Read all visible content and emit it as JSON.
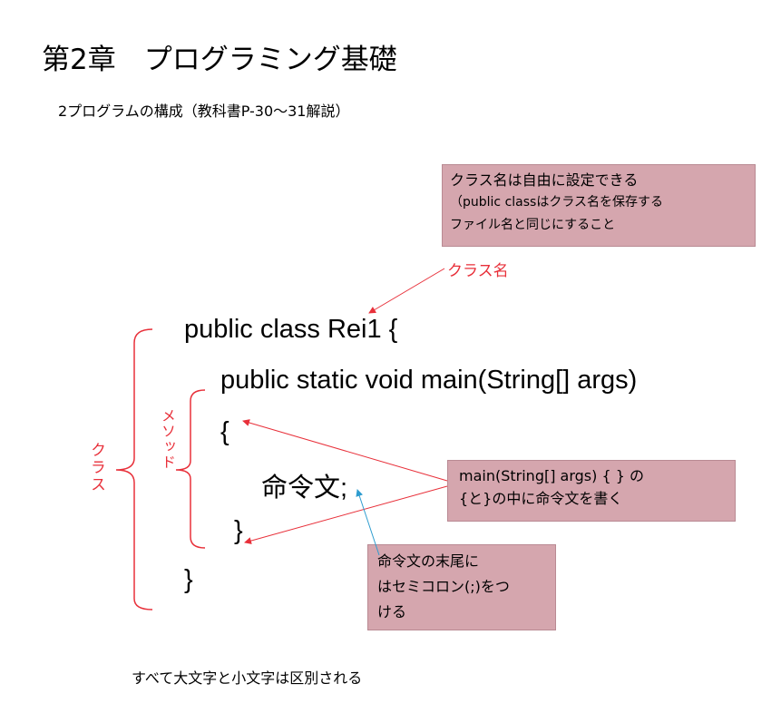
{
  "title": "第2章　プログラミング基礎",
  "subtitle": "2プログラムの構成（教科書P-30〜31解説）",
  "code": {
    "line1": "public class Rei1 {",
    "line2": "public static void main(String[] args)",
    "line3": "{",
    "line4": "命令文;",
    "line5": "}",
    "line6": "}"
  },
  "notes": {
    "class_name_note": {
      "line1": "クラス名は自由に設定できる",
      "line2": "（public classはクラス名を保存する",
      "line3": "ファイル名と同じにすること"
    },
    "main_note": {
      "line1": "main(String[] args) { } の",
      "line2": "{と}の中に命令文を書く"
    },
    "semicolon_note": {
      "line1": "命令文の末尾に",
      "line2": "はセミコロン(;)をつ",
      "line3": "ける"
    }
  },
  "labels": {
    "class_name": "クラス名",
    "class": "クラス",
    "method": "メソッド"
  },
  "footer": "すべて大文字と小文字は区別される",
  "colors": {
    "label_red": "#e8303a",
    "note_bg": "#d5a6ae",
    "arrow_blue": "#2e9ccf"
  }
}
